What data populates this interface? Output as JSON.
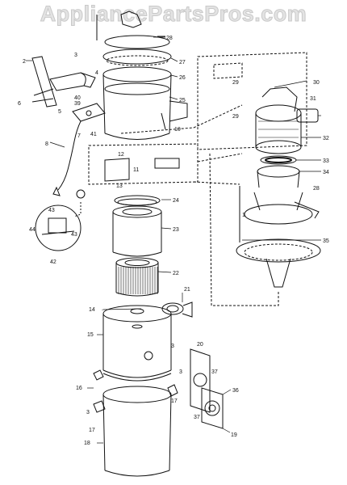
{
  "watermark": "AppliancePartsPros.com",
  "callouts": [
    {
      "id": "c1",
      "label": "1"
    },
    {
      "id": "c2",
      "label": "2"
    },
    {
      "id": "c3a",
      "label": "3"
    },
    {
      "id": "c3b",
      "label": "3"
    },
    {
      "id": "c3c",
      "label": "3"
    },
    {
      "id": "c3d",
      "label": "3"
    },
    {
      "id": "c4",
      "label": "4"
    },
    {
      "id": "c5",
      "label": "5"
    },
    {
      "id": "c6",
      "label": "6"
    },
    {
      "id": "c7",
      "label": "7"
    },
    {
      "id": "c8",
      "label": "8"
    },
    {
      "id": "c10",
      "label": "10"
    },
    {
      "id": "c11",
      "label": "11"
    },
    {
      "id": "c12",
      "label": "12"
    },
    {
      "id": "c13",
      "label": "13"
    },
    {
      "id": "c14",
      "label": "14"
    },
    {
      "id": "c15",
      "label": "15"
    },
    {
      "id": "c16",
      "label": "16"
    },
    {
      "id": "c17a",
      "label": "17"
    },
    {
      "id": "c17b",
      "label": "17"
    },
    {
      "id": "c18",
      "label": "18"
    },
    {
      "id": "c19",
      "label": "19"
    },
    {
      "id": "c20",
      "label": "20"
    },
    {
      "id": "c21",
      "label": "21"
    },
    {
      "id": "c22",
      "label": "22"
    },
    {
      "id": "c23",
      "label": "23"
    },
    {
      "id": "c24",
      "label": "24"
    },
    {
      "id": "c25",
      "label": "25"
    },
    {
      "id": "c26",
      "label": "26"
    },
    {
      "id": "c27",
      "label": "27"
    },
    {
      "id": "c28a",
      "label": "28"
    },
    {
      "id": "c28b",
      "label": "28"
    },
    {
      "id": "c29a",
      "label": "29"
    },
    {
      "id": "c29b",
      "label": "29"
    },
    {
      "id": "c30",
      "label": "30"
    },
    {
      "id": "c31",
      "label": "31"
    },
    {
      "id": "c32",
      "label": "32"
    },
    {
      "id": "c33",
      "label": "33"
    },
    {
      "id": "c34",
      "label": "34"
    },
    {
      "id": "c35",
      "label": "35"
    },
    {
      "id": "c36",
      "label": "36"
    },
    {
      "id": "c37a",
      "label": "37"
    },
    {
      "id": "c37b",
      "label": "37"
    },
    {
      "id": "c39",
      "label": "39"
    },
    {
      "id": "c40",
      "label": "40"
    },
    {
      "id": "c41",
      "label": "41"
    },
    {
      "id": "c42",
      "label": "42"
    },
    {
      "id": "c43a",
      "label": "43"
    },
    {
      "id": "c43b",
      "label": "43"
    },
    {
      "id": "c44",
      "label": "44"
    }
  ]
}
